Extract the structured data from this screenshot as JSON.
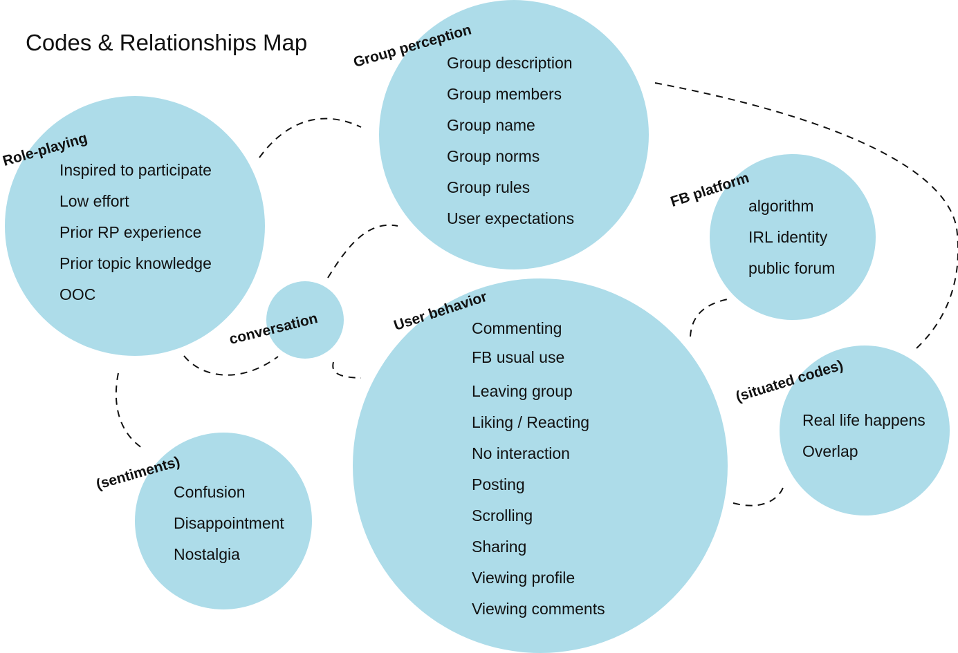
{
  "title": "Codes & Relationships Map",
  "colors": {
    "bubble_fill": "#ADDCE9",
    "connector_stroke": "#111111",
    "text": "#111111"
  },
  "clusters": {
    "group_perception": {
      "label": "Group perception",
      "items": [
        "Group description",
        "Group members",
        "Group name",
        "Group norms",
        "Group rules",
        "User expectations"
      ]
    },
    "role_playing": {
      "label": "Role-playing",
      "items": [
        "Inspired to participate",
        "Low effort",
        "Prior RP experience",
        "Prior topic knowledge",
        "OOC"
      ]
    },
    "fb_platform": {
      "label": "FB platform",
      "items": [
        "algorithm",
        "IRL identity",
        "public forum"
      ]
    },
    "conversation": {
      "label": "conversation",
      "items": []
    },
    "user_behavior": {
      "label": "User behavior",
      "items": [
        "Commenting",
        "FB usual use",
        "Leaving group",
        "Liking / Reacting",
        "No interaction",
        "Posting",
        "Scrolling",
        "Sharing",
        "Viewing profile",
        "Viewing comments"
      ]
    },
    "situated_codes": {
      "label": "(situated codes)",
      "items": [
        "Real life happens",
        "Overlap"
      ]
    },
    "sentiments": {
      "label": "(sentiments)",
      "items": [
        "Confusion",
        "Disappointment",
        "Nostalgia"
      ]
    }
  }
}
